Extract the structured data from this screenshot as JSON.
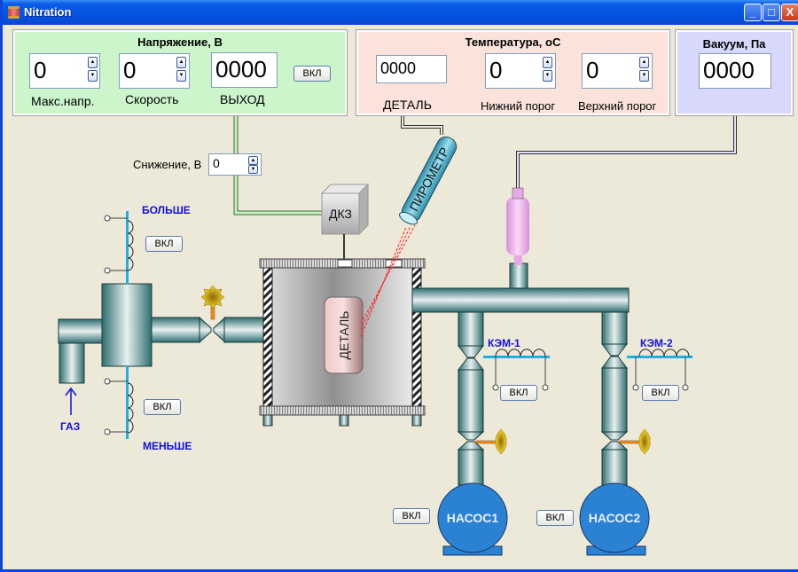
{
  "window": {
    "title": "Nitration",
    "controls": {
      "minimize": "_",
      "maximize": "□",
      "close": "X"
    }
  },
  "voltage_panel": {
    "title": "Напряжение, В",
    "max_voltage": {
      "value": "0",
      "label": "Макс.напр."
    },
    "speed": {
      "value": "0",
      "label": "Скорость"
    },
    "output": {
      "value": "0000",
      "label": "ВЫХОД"
    },
    "on_button": "ВКЛ",
    "color": "#ccf5cc"
  },
  "temperature_panel": {
    "title": "Температура, оС",
    "part": {
      "value": "0000",
      "label": "ДЕТАЛЬ"
    },
    "lower_threshold": {
      "value": "0",
      "label": "Нижний порог"
    },
    "upper_threshold": {
      "value": "0",
      "label": "Верхний порог"
    },
    "color": "#fbe3dc"
  },
  "vacuum_panel": {
    "title": "Вакуум, Па",
    "value": "0000",
    "color": "#d8d8fc"
  },
  "reduction": {
    "label": "Снижение, В",
    "value": "0"
  },
  "diagram": {
    "dkz_label": "ДКЗ",
    "pyrometer_label": "ПИРОМЕТР",
    "part_label": "ДЕТАЛЬ",
    "gas_label": "ГАЗ",
    "more_label": "БОЛЬШЕ",
    "less_label": "МЕНЬШЕ",
    "more_button": "ВКЛ",
    "less_button": "ВКЛ",
    "kem1": {
      "label": "КЭМ-1",
      "button": "ВКЛ"
    },
    "kem2": {
      "label": "КЭМ-2",
      "button": "ВКЛ"
    },
    "pump1": {
      "label": "НАСОС1",
      "button": "ВКЛ"
    },
    "pump2": {
      "label": "НАСОС2",
      "button": "ВКЛ"
    },
    "pipe_color": "#7aa8a8",
    "pump_color": "#2b82d2",
    "label_color": "#1010e0"
  }
}
